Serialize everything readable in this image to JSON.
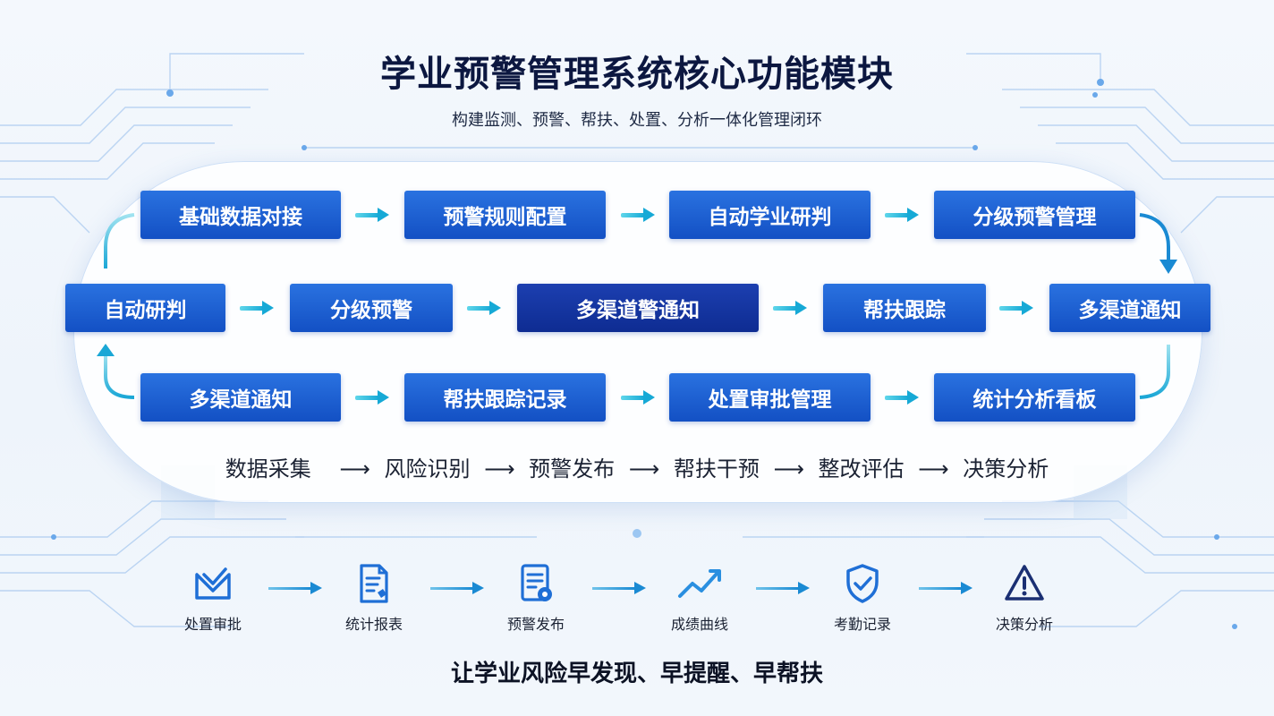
{
  "header": {
    "title": "学业预警管理系统核心功能模块",
    "subtitle": "构建监测、预警、帮扶、处置、分析一体化管理闭环"
  },
  "flow": {
    "row1": [
      "基础数据对接",
      "预警规则配置",
      "自动学业研判",
      "分级预警管理"
    ],
    "row2": [
      "自动研判",
      "分级预警",
      "多渠道警通知",
      "帮扶跟踪",
      "多渠道通知"
    ],
    "row3": [
      "多渠道通知",
      "帮扶跟踪记录",
      "处置审批管理",
      "统计分析看板"
    ],
    "highlighted": "多渠道警通知"
  },
  "pipeline": {
    "steps": [
      "数据采集",
      "风险识别",
      "预警发布",
      "帮扶干预",
      "整改评估",
      "决策分析"
    ],
    "separator": "⟶"
  },
  "icons": [
    {
      "label": "处置审批",
      "icon": "approval-check-icon"
    },
    {
      "label": "统计报表",
      "icon": "report-document-icon"
    },
    {
      "label": "预警发布",
      "icon": "alert-document-icon"
    },
    {
      "label": "成绩曲线",
      "icon": "trend-line-icon"
    },
    {
      "label": "考勤记录",
      "icon": "shield-check-icon"
    },
    {
      "label": "决策分析",
      "icon": "warning-triangle-icon"
    }
  ],
  "footer": {
    "slogan": "让学业风险早发现、早提醒、早帮扶"
  },
  "colors": {
    "box": "#1a5fd3",
    "box_highlight": "#0f2f99",
    "arrow": "#16a9d6",
    "title": "#0c1740",
    "background": "#eef4fb"
  }
}
